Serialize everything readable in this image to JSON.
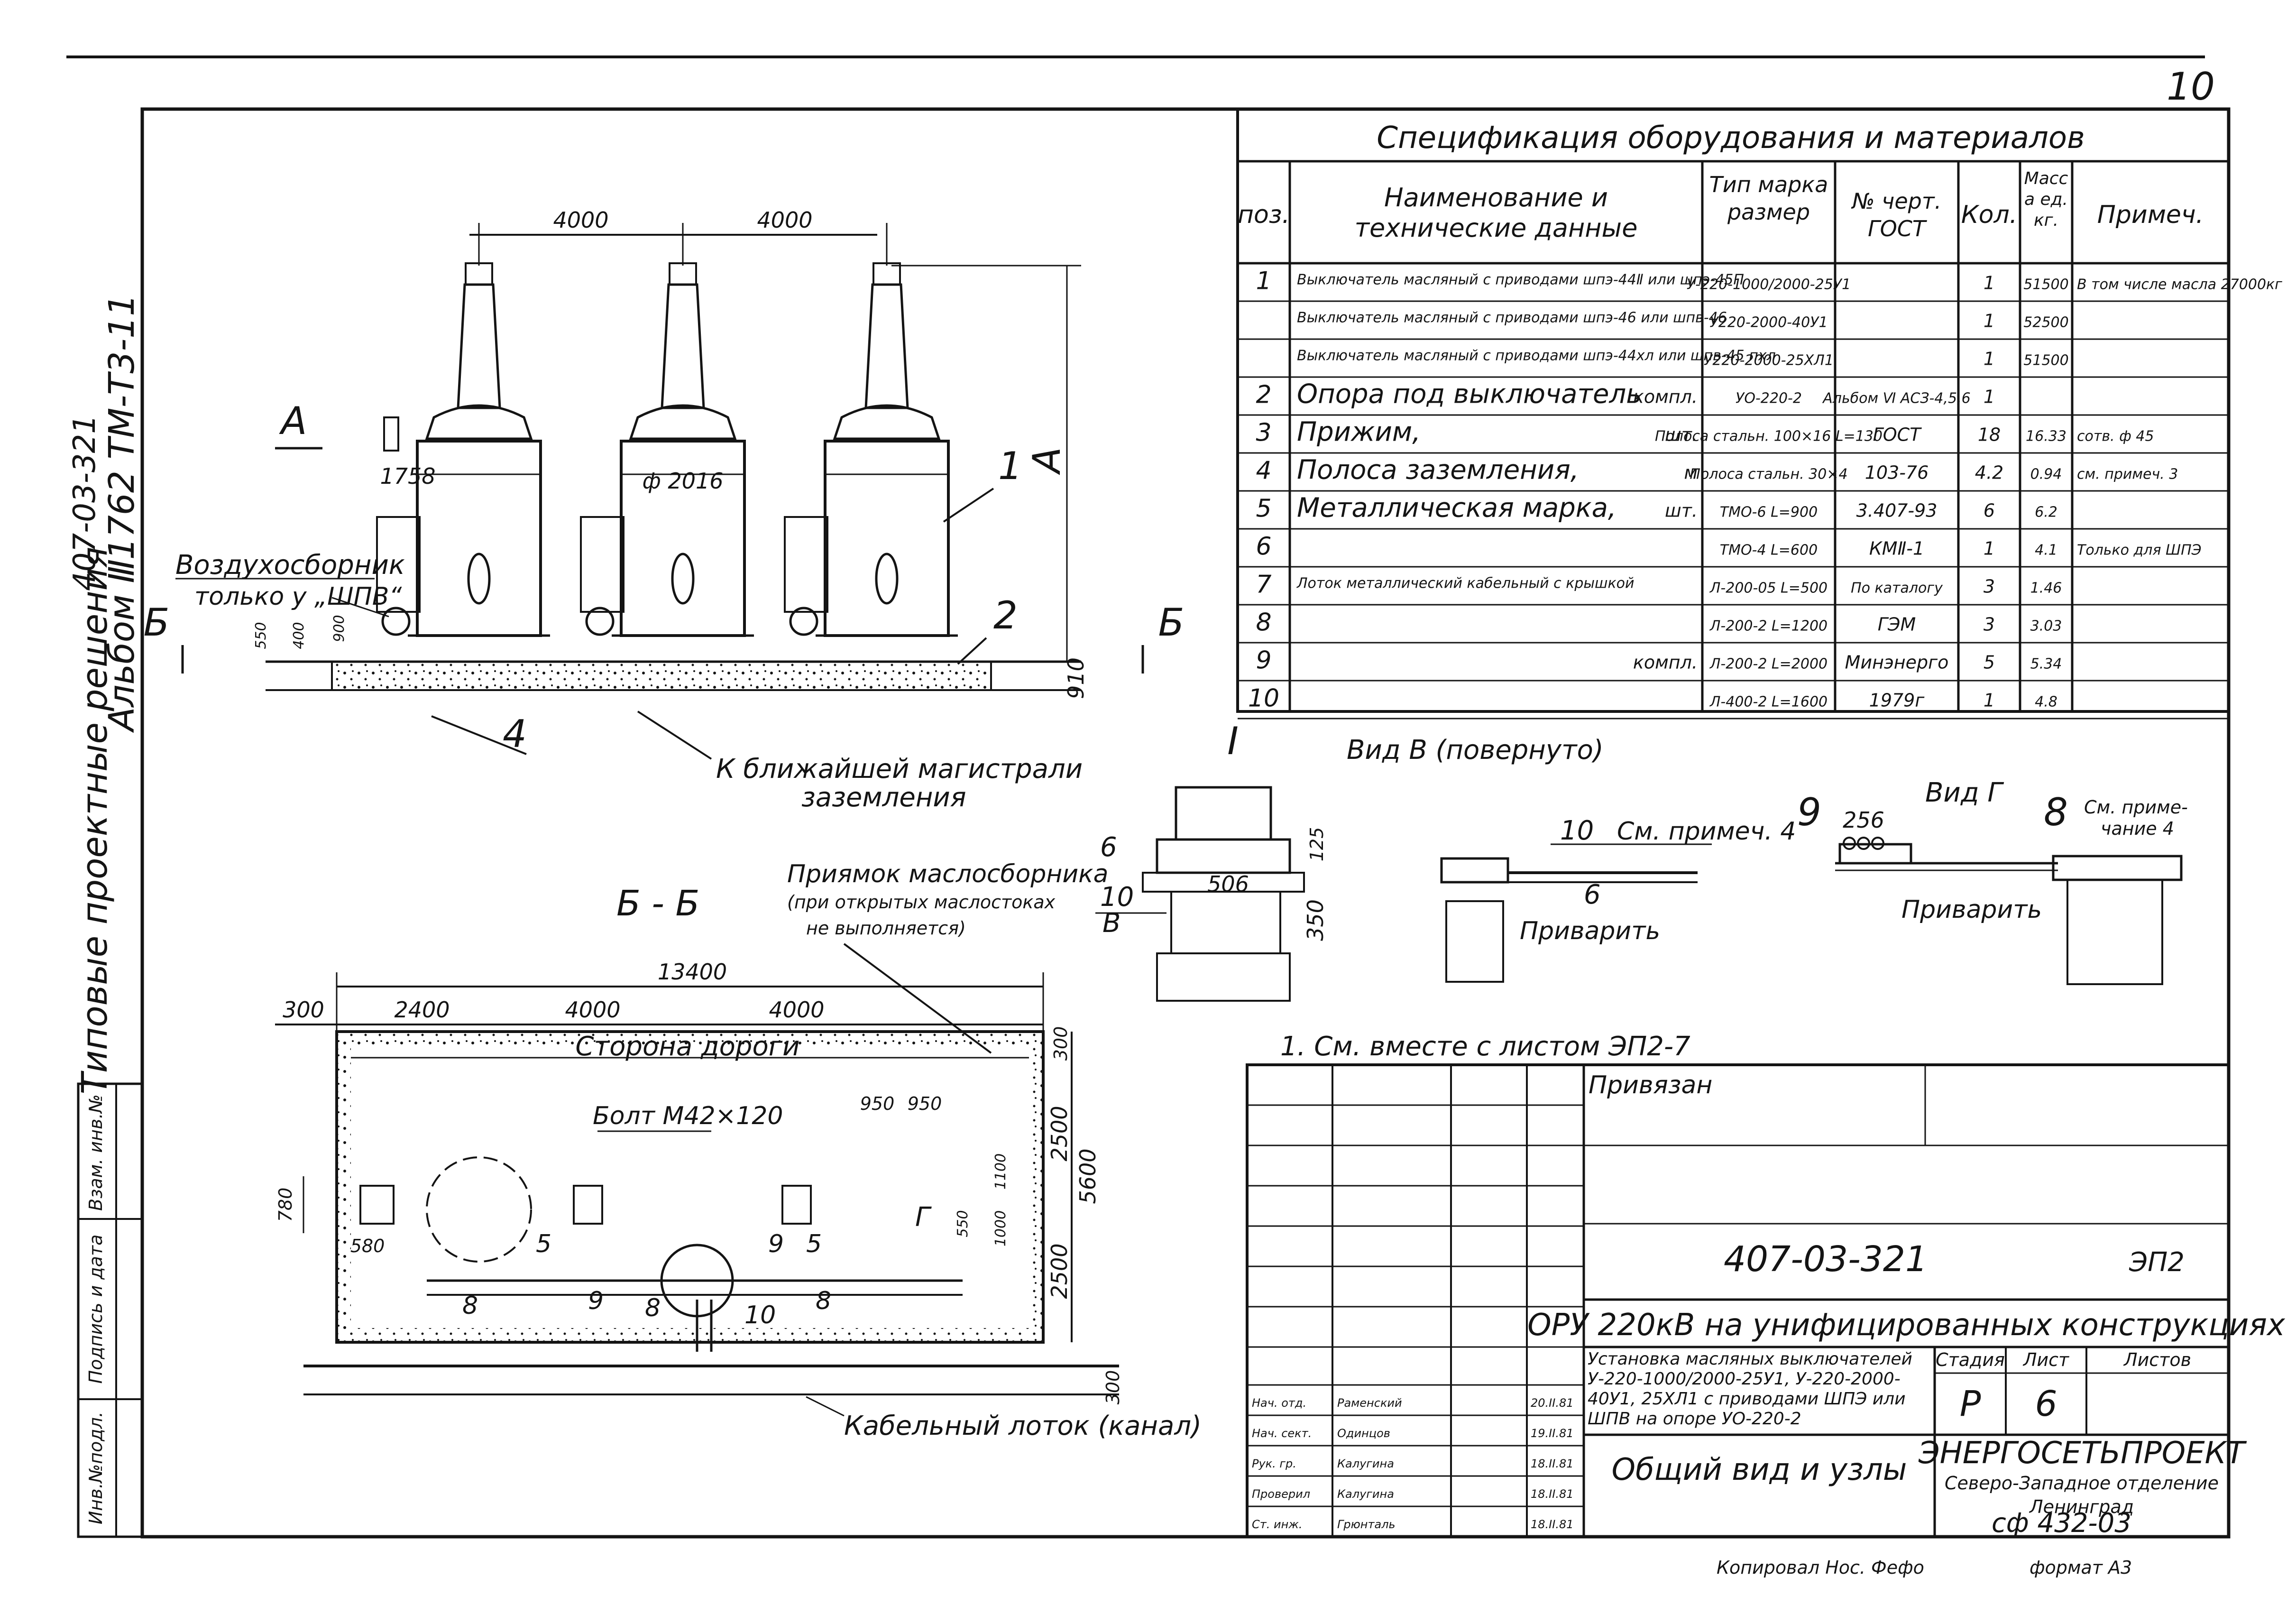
{
  "sheet_number": "10",
  "side_margin": {
    "album_code": "1762 ТМ-Т3-11",
    "album_label": "Альбом Ⅲ",
    "project_code": "407-03-321",
    "series_title": "Типовые проектные решения",
    "columns": [
      "Взам. инв.№",
      "Подпись и дата",
      "Инв.№подл."
    ]
  },
  "front_view": {
    "dim_spacing_1": "4000",
    "dim_spacing_2": "4000",
    "dim_width": "1758",
    "dim_diameter": "ф 2016",
    "dim_h1": "550",
    "dim_h2": "400",
    "dim_h3": "900",
    "dim_ground": "910",
    "dim_height": "A",
    "air_collector_label": "Воздухосборник",
    "air_collector_note": "только у „ШПВ“",
    "section_left": "Б",
    "section_right": "Б",
    "view_arrow": "A",
    "callout_1": "1",
    "callout_2": "2",
    "callout_4": "4",
    "grounding_note_1": "К ближайшей магистрали",
    "grounding_note_2": "заземления"
  },
  "spec_table": {
    "title": "Спецификация оборудования и материалов",
    "headers": {
      "pos": "поз.",
      "name": "Наименование и технические данные",
      "type": "Тип марка размер",
      "gost": "№ черт. ГОСТ",
      "qty": "Кол.",
      "mass": "Масса ед. кг.",
      "note": "Примеч."
    },
    "rows": [
      {
        "pos": "1",
        "name": "Выключатель масляный с приводами шпэ-44Ⅱ или шпэ-45П",
        "type": "У-220-1000/2000-25У1",
        "gost": "",
        "qty": "1",
        "mass": "51500",
        "note": "В том числе масла 27000кг"
      },
      {
        "pos": "",
        "name": "Выключатель масляный с приводами шпэ-46 или шпв-46",
        "type": "У220-2000-40У1",
        "gost": "",
        "qty": "1",
        "mass": "52500",
        "note": ""
      },
      {
        "pos": "",
        "name": "Выключатель масляный с приводами шпэ-44хл или шпв-45 пхл",
        "type": "У220-2000-25ХЛ1",
        "gost": "",
        "qty": "1",
        "mass": "51500",
        "note": ""
      },
      {
        "pos": "2",
        "name": "Опора под выключатель",
        "unit": "компл.",
        "type": "УО-220-2",
        "gost": "Альбом Ⅵ АСЗ-4,5,6",
        "qty": "1",
        "mass": "",
        "note": ""
      },
      {
        "pos": "3",
        "name": "Прижим,",
        "unit": "шт.",
        "type": "Полоса стальн. 100×16 L=130",
        "gost": "ГОСТ",
        "qty": "18",
        "mass": "16.33",
        "note": "сотв. ф 45"
      },
      {
        "pos": "4",
        "name": "Полоса заземления,",
        "unit": "м",
        "type": "Полоса стальн. 30×4",
        "gost": "103-76",
        "qty": "4.2",
        "mass": "0.94",
        "note": "см. примеч. 3"
      },
      {
        "pos": "5",
        "name": "Металлическая марка,",
        "unit": "шт.",
        "type": "ТМО-6 L=900",
        "gost": "3.407-93",
        "qty": "6",
        "mass": "6.2",
        "note": ""
      },
      {
        "pos": "6",
        "name": "",
        "type": "ТМО-4 L=600",
        "gost": "КМⅡ-1",
        "qty": "1",
        "mass": "4.1",
        "note": "Только для ШПЭ"
      },
      {
        "pos": "7",
        "name": "Лоток металлический кабельный с крышкой",
        "type": "Л-200-05 L=500",
        "gost": "По каталогу",
        "qty": "3",
        "mass": "1.46",
        "note": ""
      },
      {
        "pos": "8",
        "name": "",
        "type": "Л-200-2 L=1200",
        "gost": "ГЭМ",
        "qty": "3",
        "mass": "3.03",
        "note": ""
      },
      {
        "pos": "9",
        "name": "",
        "unit": "компл.",
        "type": "Л-200-2 L=2000",
        "gost": "Минэнерго",
        "qty": "5",
        "mass": "5.34",
        "note": ""
      },
      {
        "pos": "10",
        "name": "",
        "type": "Л-400-2 L=1600",
        "gost": "1979г",
        "qty": "1",
        "mass": "4.8",
        "note": ""
      }
    ]
  },
  "view_b": {
    "title": "Вид В (повернуто)",
    "roman": "I",
    "dim_width": "506",
    "dim_h1": "125",
    "dim_h2": "350",
    "callout_6": "6",
    "callout_10": "10",
    "label_b": "В",
    "callout_10b": "10",
    "note": "См. примеч. 4",
    "callout_6b": "6",
    "weld": "Приварить"
  },
  "view_g": {
    "title": "Вид Г",
    "callout_9": "9",
    "dim": "256",
    "callout_8": "8",
    "note_1": "См. приме-",
    "note_2": "чание 4",
    "weld": "Приварить"
  },
  "plan_bb": {
    "title": "Б - Б",
    "pit_note_1": "Приямок маслосборника",
    "pit_note_2": "(при открытых маслостоках",
    "pit_note_3": "не выполняется)",
    "dim_total": "13400",
    "dim_300_left": "300",
    "dim_2400": "2400",
    "dim_4000_a": "4000",
    "dim_4000_b": "4000",
    "dim_300_top": "300",
    "dim_2500_top": "2500",
    "dim_5600": "5600",
    "dim_2500_bot": "2500",
    "dim_300_bot": "300",
    "dim_780": "780",
    "dim_580": "580",
    "dim_950_a": "950",
    "dim_950_b": "950",
    "dim_1100": "1100",
    "dim_550": "550",
    "dim_1000": "1000",
    "road_side": "Сторона дороги",
    "bolt": "Болт М42×120",
    "g_mark": "Г",
    "callout_5a": "5",
    "callout_5b": "5",
    "callout_9a": "9",
    "callout_9b": "9",
    "callout_8a": "8",
    "callout_8b": "8",
    "callout_8c": "8",
    "callout_10": "10",
    "cable_tray": "Кабельный лоток (канал)"
  },
  "notes": {
    "note_1": "1. См. вместе с листом ЭП2-7"
  },
  "title_block": {
    "privyazan": "Привязан",
    "project_code": "407-03-321",
    "sheet_code": "ЭП2",
    "subtitle": "ОРУ 220кВ на унифицированных конструкциях",
    "description": "Установка масляных выключателей У-220-1000/2000-25У1, У-220-2000-40У1, 25ХЛ1 с приводами ШПЭ или ШПВ на опоре УО-220-2",
    "stage_label": "Стадия",
    "sheet_label": "Лист",
    "sheets_label": "Листов",
    "stage": "Р",
    "sheet": "6",
    "sheets": "",
    "drawing_title": "Общий вид и узлы",
    "org_name": "ЭНЕРГОСЕТЬПРОЕКТ",
    "org_branch": "Северо-Западное отделение",
    "org_city": "Ленинград",
    "signatures": [
      {
        "role": "Нач. отд.",
        "name": "Раменский",
        "date": "20.II.81"
      },
      {
        "role": "Нач. сект.",
        "name": "Одинцов",
        "date": "19.II.81"
      },
      {
        "role": "Рук. гр.",
        "name": "Калугина",
        "date": "18.II.81"
      },
      {
        "role": "Проверил",
        "name": "Калугина",
        "date": "18.II.81"
      },
      {
        "role": "Ст. инж.",
        "name": "Грюнталь",
        "date": "18.II.81"
      }
    ]
  },
  "footer": {
    "stamp": "сф 432-03",
    "copied": "Копировал Нос. Фефо",
    "format": "формат А3"
  }
}
